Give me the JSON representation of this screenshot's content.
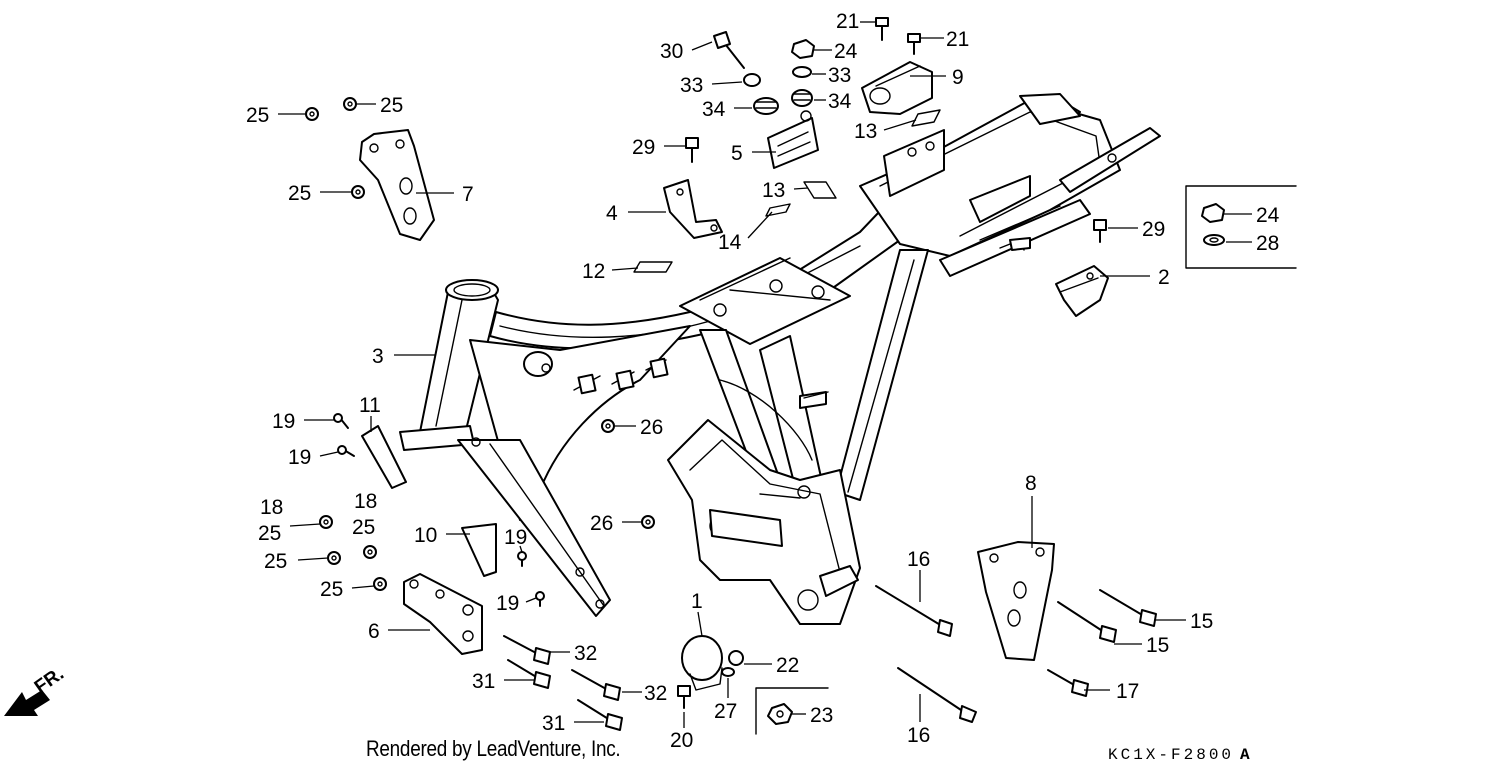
{
  "credit_text": "Rendered by LeadVenture, Inc.",
  "diagram_code": "KC1X-F2800",
  "diagram_code_suffix": "A",
  "front_indicator": "FR.",
  "callouts": [
    {
      "id": "c1",
      "text": "1"
    },
    {
      "id": "c2",
      "text": "2"
    },
    {
      "id": "c3",
      "text": "3"
    },
    {
      "id": "c4",
      "text": "4"
    },
    {
      "id": "c5",
      "text": "5"
    },
    {
      "id": "c6",
      "text": "6"
    },
    {
      "id": "c7",
      "text": "7"
    },
    {
      "id": "c8",
      "text": "8"
    },
    {
      "id": "c9",
      "text": "9"
    },
    {
      "id": "c10",
      "text": "10"
    },
    {
      "id": "c11",
      "text": "11"
    },
    {
      "id": "c12",
      "text": "12"
    },
    {
      "id": "c13a",
      "text": "13"
    },
    {
      "id": "c13b",
      "text": "13"
    },
    {
      "id": "c14",
      "text": "14"
    },
    {
      "id": "c15a",
      "text": "15"
    },
    {
      "id": "c15b",
      "text": "15"
    },
    {
      "id": "c16a",
      "text": "16"
    },
    {
      "id": "c16b",
      "text": "16"
    },
    {
      "id": "c17",
      "text": "17"
    },
    {
      "id": "c18a",
      "text": "18"
    },
    {
      "id": "c18b",
      "text": "18"
    },
    {
      "id": "c19a",
      "text": "19"
    },
    {
      "id": "c19b",
      "text": "19"
    },
    {
      "id": "c19c",
      "text": "19"
    },
    {
      "id": "c19d",
      "text": "19"
    },
    {
      "id": "c20",
      "text": "20"
    },
    {
      "id": "c21a",
      "text": "21"
    },
    {
      "id": "c21b",
      "text": "21"
    },
    {
      "id": "c22",
      "text": "22"
    },
    {
      "id": "c23",
      "text": "23"
    },
    {
      "id": "c24a",
      "text": "24"
    },
    {
      "id": "c24b",
      "text": "24"
    },
    {
      "id": "c25a",
      "text": "25"
    },
    {
      "id": "c25b",
      "text": "25"
    },
    {
      "id": "c25c",
      "text": "25"
    },
    {
      "id": "c25d",
      "text": "25"
    },
    {
      "id": "c25e",
      "text": "25"
    },
    {
      "id": "c25f",
      "text": "25"
    },
    {
      "id": "c25g",
      "text": "25"
    },
    {
      "id": "c26a",
      "text": "26"
    },
    {
      "id": "c26b",
      "text": "26"
    },
    {
      "id": "c27",
      "text": "27"
    },
    {
      "id": "c28",
      "text": "28"
    },
    {
      "id": "c29a",
      "text": "29"
    },
    {
      "id": "c29b",
      "text": "29"
    },
    {
      "id": "c30",
      "text": "30"
    },
    {
      "id": "c31a",
      "text": "31"
    },
    {
      "id": "c31b",
      "text": "31"
    },
    {
      "id": "c32a",
      "text": "32"
    },
    {
      "id": "c32b",
      "text": "32"
    },
    {
      "id": "c33a",
      "text": "33"
    },
    {
      "id": "c33b",
      "text": "33"
    },
    {
      "id": "c34a",
      "text": "34"
    },
    {
      "id": "c34b",
      "text": "34"
    }
  ]
}
